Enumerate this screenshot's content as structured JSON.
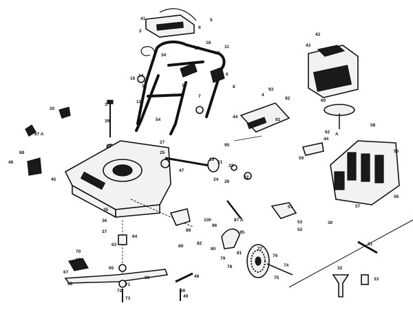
{
  "callouts": [
    {
      "id": "c41",
      "text": "41"
    },
    {
      "id": "c2",
      "text": "2"
    },
    {
      "id": "c9",
      "text": "9"
    },
    {
      "id": "c5",
      "text": "5"
    },
    {
      "id": "c34",
      "text": "34"
    },
    {
      "id": "c18",
      "text": "18"
    },
    {
      "id": "c29",
      "text": "29"
    },
    {
      "id": "c10",
      "text": "10"
    },
    {
      "id": "c11",
      "text": "11"
    },
    {
      "id": "c6",
      "text": "6"
    },
    {
      "id": "c8",
      "text": "8"
    },
    {
      "id": "c16",
      "text": "16"
    },
    {
      "id": "c14",
      "text": "14"
    },
    {
      "id": "c15",
      "text": "15"
    },
    {
      "id": "c17",
      "text": "17"
    },
    {
      "id": "c12",
      "text": "12"
    },
    {
      "id": "c7",
      "text": "7"
    },
    {
      "id": "c20",
      "text": "20"
    },
    {
      "id": "c3",
      "text": "3"
    },
    {
      "id": "c39",
      "text": "39"
    },
    {
      "id": "c38",
      "text": "38"
    },
    {
      "id": "c87a",
      "text": "87 A"
    },
    {
      "id": "c88",
      "text": "88"
    },
    {
      "id": "c46",
      "text": "46"
    },
    {
      "id": "c45",
      "text": "45"
    },
    {
      "id": "c27",
      "text": "27"
    },
    {
      "id": "c54",
      "text": "54"
    },
    {
      "id": "c19",
      "text": "19"
    },
    {
      "id": "c21",
      "text": "21"
    },
    {
      "id": "c23",
      "text": "23"
    },
    {
      "id": "c24",
      "text": "24"
    },
    {
      "id": "c26",
      "text": "26"
    },
    {
      "id": "c22",
      "text": "22"
    },
    {
      "id": "c25",
      "text": "25"
    },
    {
      "id": "c47",
      "text": "47"
    },
    {
      "id": "c4",
      "text": "4"
    },
    {
      "id": "c44",
      "text": "44"
    },
    {
      "id": "c95",
      "text": "95"
    },
    {
      "id": "c93",
      "text": "93"
    },
    {
      "id": "c92",
      "text": "92"
    },
    {
      "id": "c91",
      "text": "91"
    },
    {
      "id": "c42",
      "text": "42"
    },
    {
      "id": "c43",
      "text": "43"
    },
    {
      "id": "c60",
      "text": "60"
    },
    {
      "id": "cA",
      "text": "A"
    },
    {
      "id": "c58",
      "text": "58"
    },
    {
      "id": "c55",
      "text": "55"
    },
    {
      "id": "c59",
      "text": "59"
    },
    {
      "id": "c44b",
      "text": "44"
    },
    {
      "id": "c62",
      "text": "62"
    },
    {
      "id": "c56",
      "text": "56"
    },
    {
      "id": "c57",
      "text": "57"
    },
    {
      "id": "c30",
      "text": "30"
    },
    {
      "id": "c35",
      "text": "35"
    },
    {
      "id": "c36",
      "text": "36"
    },
    {
      "id": "c37",
      "text": "37"
    },
    {
      "id": "c64",
      "text": "64"
    },
    {
      "id": "c63",
      "text": "63"
    },
    {
      "id": "c89",
      "text": "89"
    },
    {
      "id": "c88b",
      "text": "88"
    },
    {
      "id": "c100",
      "text": "100"
    },
    {
      "id": "c82",
      "text": "82"
    },
    {
      "id": "c86",
      "text": "86"
    },
    {
      "id": "c87b",
      "text": "87 A"
    },
    {
      "id": "c85",
      "text": "85"
    },
    {
      "id": "c80",
      "text": "80"
    },
    {
      "id": "c79",
      "text": "79"
    },
    {
      "id": "c81",
      "text": "81"
    },
    {
      "id": "c78",
      "text": "78"
    },
    {
      "id": "c77",
      "text": "77"
    },
    {
      "id": "c76",
      "text": "76"
    },
    {
      "id": "c75",
      "text": "75"
    },
    {
      "id": "c74",
      "text": "74"
    },
    {
      "id": "c51",
      "text": "51"
    },
    {
      "id": "c53",
      "text": "53"
    },
    {
      "id": "c52",
      "text": "52"
    },
    {
      "id": "c48",
      "text": "48"
    },
    {
      "id": "c70",
      "text": "70"
    },
    {
      "id": "c69",
      "text": "69"
    },
    {
      "id": "c67",
      "text": "67"
    },
    {
      "id": "c68",
      "text": "68"
    },
    {
      "id": "c65",
      "text": "65"
    },
    {
      "id": "c66",
      "text": "66"
    },
    {
      "id": "c71",
      "text": "71"
    },
    {
      "id": "c72",
      "text": "72"
    },
    {
      "id": "c73",
      "text": "73"
    },
    {
      "id": "c50",
      "text": "50"
    },
    {
      "id": "c49",
      "text": "49"
    },
    {
      "id": "c31",
      "text": "31"
    },
    {
      "id": "c32",
      "text": "32"
    },
    {
      "id": "c33",
      "text": "33"
    }
  ]
}
